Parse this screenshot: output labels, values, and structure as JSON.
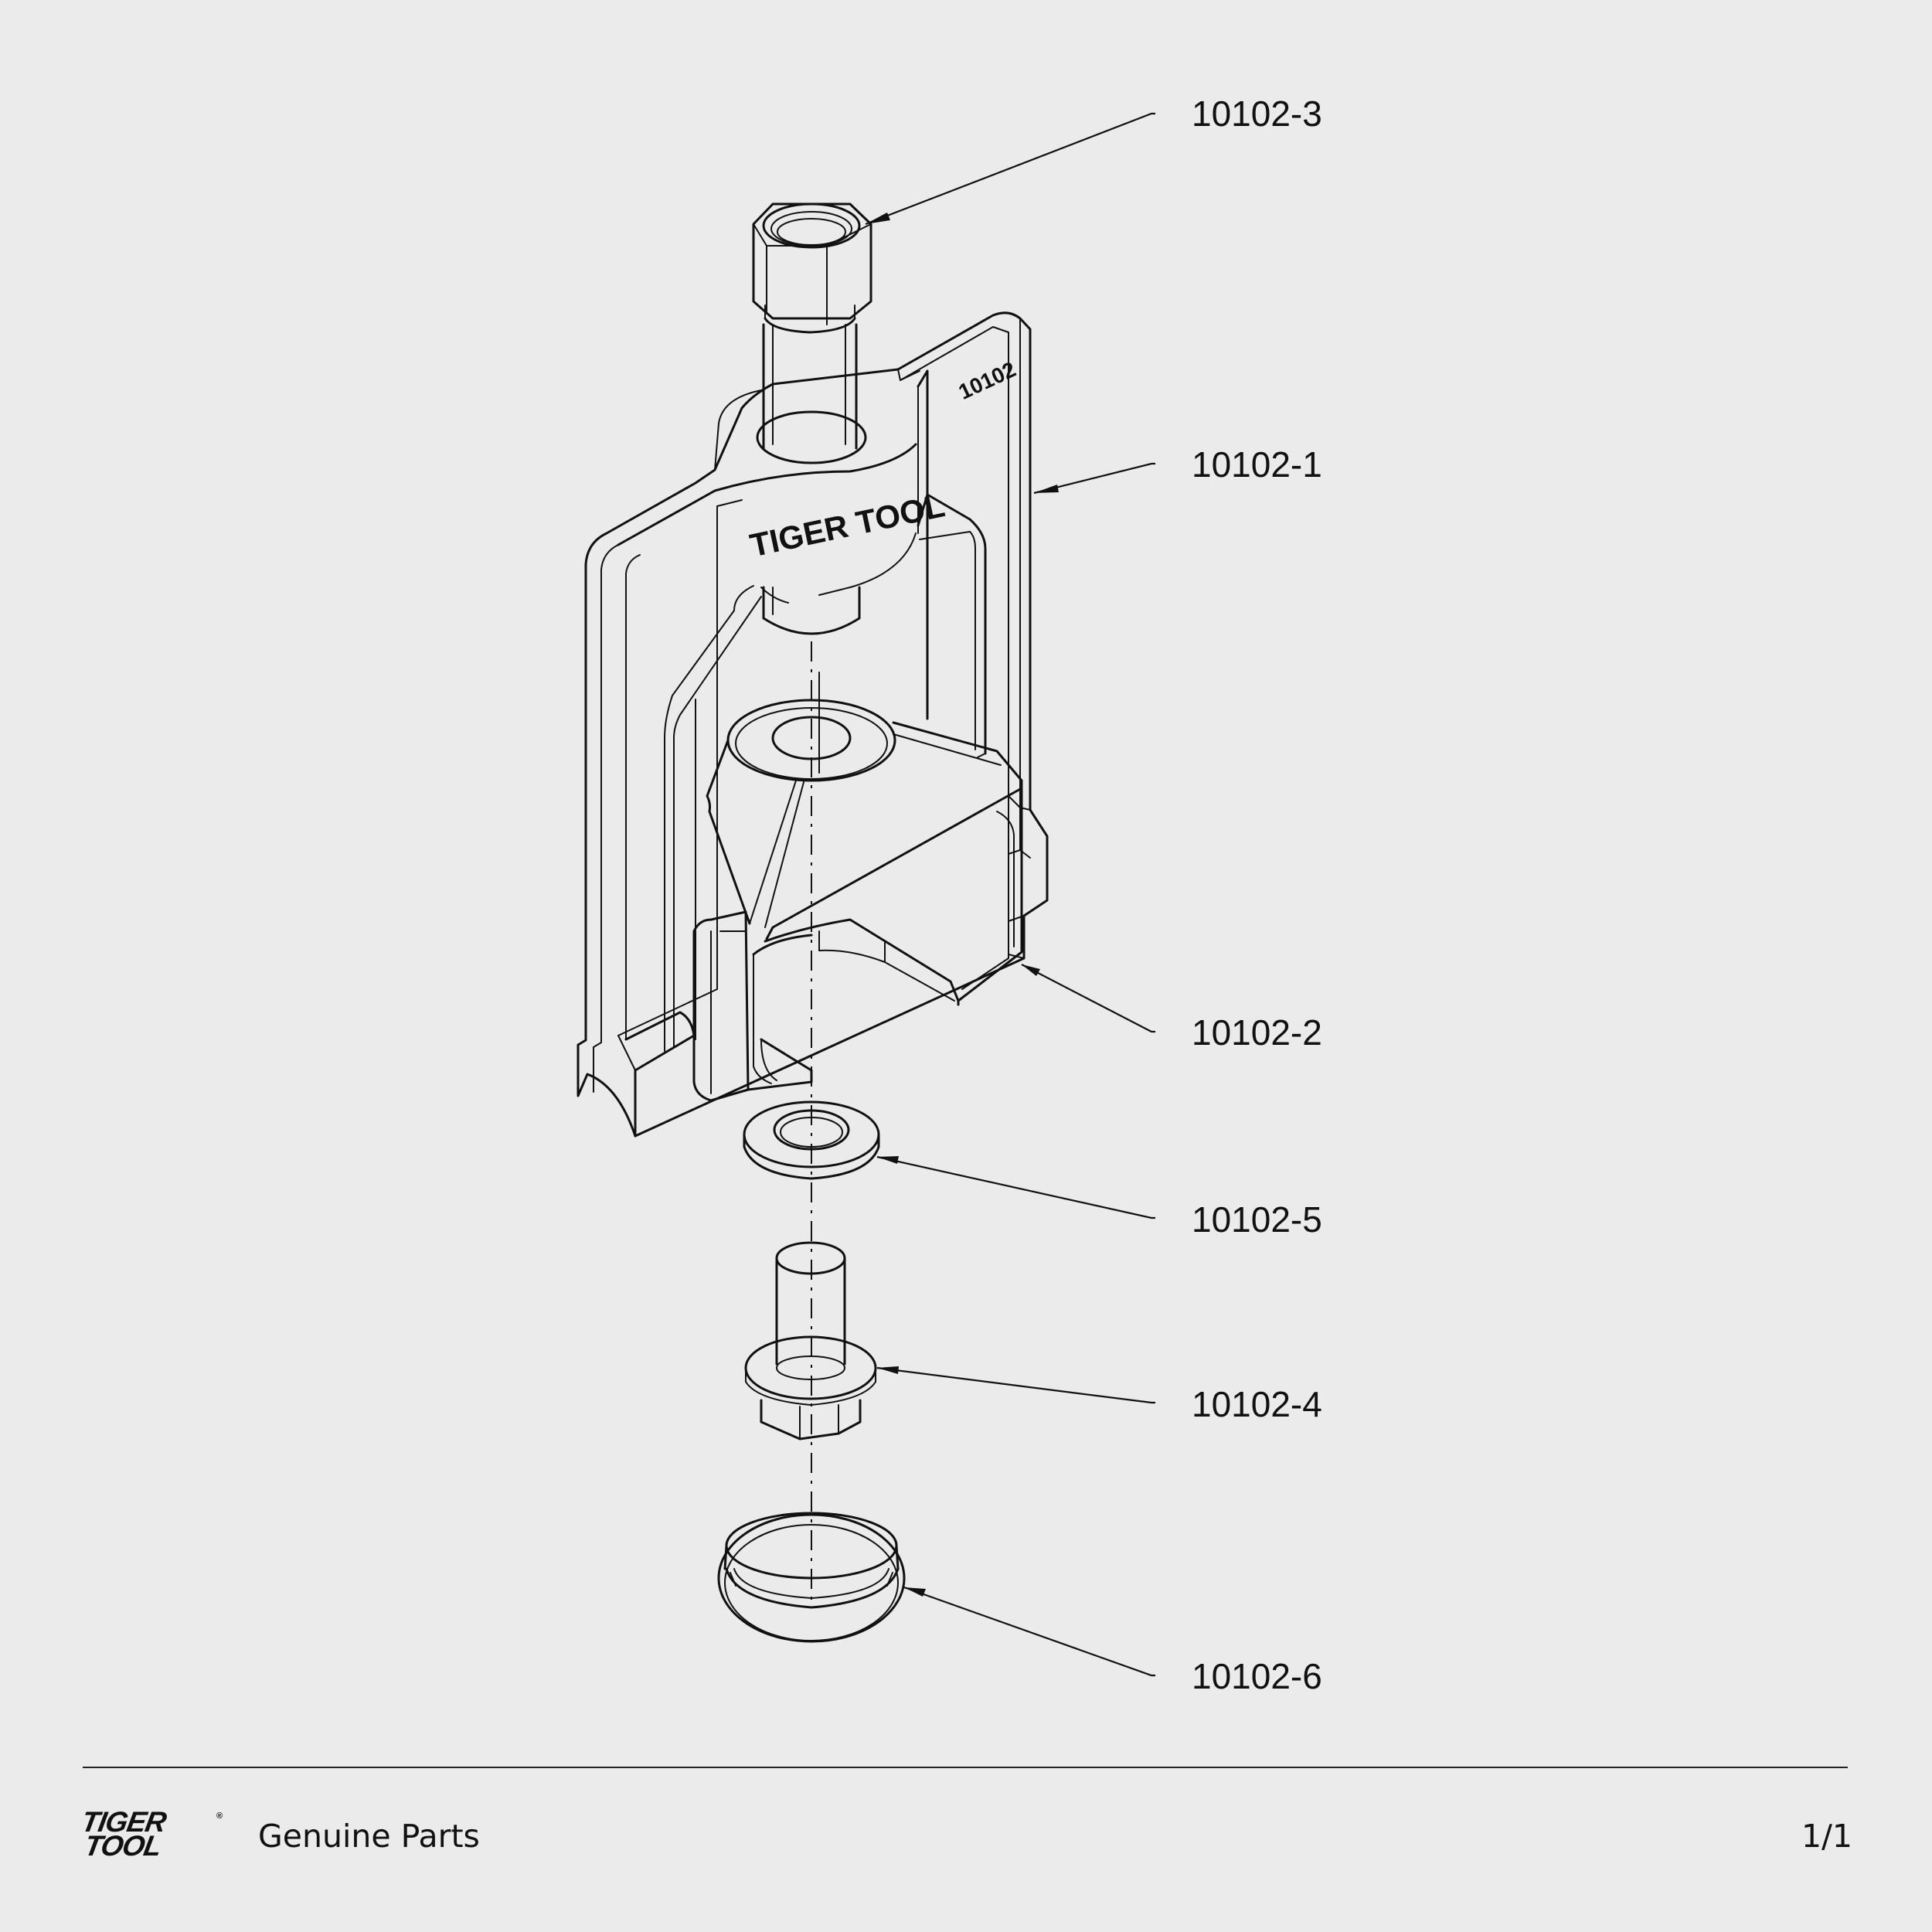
{
  "callouts": [
    {
      "id": "top-nut",
      "label": "10102-3"
    },
    {
      "id": "frame",
      "label": "10102-1"
    },
    {
      "id": "fork",
      "label": "10102-2"
    },
    {
      "id": "washer",
      "label": "10102-5"
    },
    {
      "id": "bolt",
      "label": "10102-4"
    },
    {
      "id": "ring",
      "label": "10102-6"
    }
  ],
  "engraving": {
    "brand": "TIGER TOOL",
    "part_number": "10102"
  },
  "footer": {
    "logo_line1": "TIGER",
    "logo_line2": "TOOL",
    "logo_mark": "®",
    "tagline": "Genuine Parts",
    "page": "1/1"
  },
  "colors": {
    "background": "#ebebeb",
    "ink": "#111111"
  }
}
